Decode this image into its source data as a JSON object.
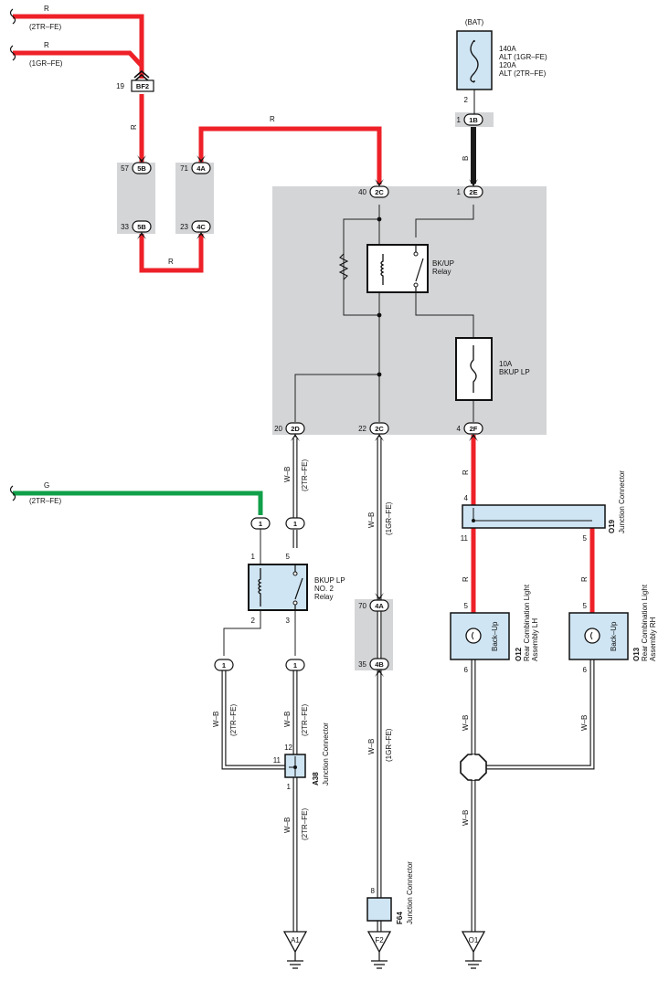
{
  "wires": {
    "r_2tr": {
      "color": "R",
      "note": "(2TR–FE)"
    },
    "r_1gr": {
      "color": "R",
      "note": "(1GR–FE)"
    },
    "r_bf2": "R",
    "r_top": "R",
    "r_bottom": "R",
    "bat_b": "B",
    "g_2tr": {
      "color": "G",
      "note": "(2TR–FE)"
    },
    "r_2f": "R",
    "r_o12": "R",
    "r_o13": "R",
    "wb_2d": {
      "color": "W–B",
      "note": "(2TR–FE)"
    },
    "wb_2c": {
      "color": "W–B",
      "note": "(1GR–FE)"
    },
    "wb_a38_left": {
      "color": "W–B",
      "note": "(2TR–FE)"
    },
    "wb_a38_right": {
      "color": "W–B",
      "note": "(2TR–FE)"
    },
    "wb_a38_down": {
      "color": "W–B",
      "note": "(2TR–FE)"
    },
    "wb_4b": {
      "color": "W–B",
      "note": "(1GR–FE)"
    },
    "wb_o12": "W–B",
    "wb_o13": "W–B",
    "wb_o1": "W–B"
  },
  "connectors": {
    "bf2": {
      "code": "BF2",
      "pin": "19"
    },
    "c5b_top": {
      "code": "5B",
      "pin": "57"
    },
    "c5b_bot": {
      "code": "5B",
      "pin": "33"
    },
    "c4a_top": {
      "code": "4A",
      "pin": "71"
    },
    "c4c": {
      "code": "4C",
      "pin": "23"
    },
    "c1b": {
      "code": "1B",
      "pin": "1"
    },
    "c2c_top": {
      "code": "2C",
      "pin": "40"
    },
    "c2e": {
      "code": "2E",
      "pin": "1"
    },
    "c2d": {
      "code": "2D",
      "pin": "20"
    },
    "c2c_bot": {
      "code": "2C",
      "pin": "22"
    },
    "c2f": {
      "code": "2F",
      "pin": "4"
    },
    "c4a_low": {
      "code": "4A",
      "pin": "70"
    },
    "c4b": {
      "code": "4B",
      "pin": "35"
    },
    "ic1_a": "1",
    "ic1_b": "1",
    "ic1_c": "1",
    "ic1_d": "1"
  },
  "fuses": {
    "alt": {
      "source": "(BAT)",
      "pin": "2",
      "lines": [
        "140A",
        "ALT (1GR–FE)",
        "120A",
        "ALT (2TR–FE)"
      ]
    },
    "bkup": {
      "lines": [
        "10A",
        "BKUP LP"
      ]
    }
  },
  "relays": {
    "bkup": {
      "lines": [
        "BK/UP",
        "Relay"
      ]
    },
    "no2": {
      "lines": [
        "BKUP LP",
        "NO. 2",
        "Relay"
      ],
      "pins": {
        "coil_in": "1",
        "sw_in": "5",
        "coil_out": "2",
        "sw_out": "3"
      }
    }
  },
  "junctions": {
    "o19": {
      "code": "O19",
      "name": "Junction Connector",
      "pins": {
        "in": "4",
        "left": "11",
        "right": "5"
      }
    },
    "a38": {
      "code": "A38",
      "name": "Junction Connector",
      "pins": {
        "top": "12",
        "left": "11",
        "bottom": "1"
      }
    },
    "f64": {
      "code": "F64",
      "name": "Junction Connector",
      "pin": "8"
    }
  },
  "lamps": {
    "o12": {
      "code": "O12",
      "name_lines": [
        "Rear Combination Light",
        "Assembly LH"
      ],
      "bulb": "Back–Up",
      "pin_in": "5",
      "pin_out": "6"
    },
    "o13": {
      "code": "O13",
      "name_lines": [
        "Rear Combination Light",
        "Assembly RH"
      ],
      "bulb": "Back–Up",
      "pin_in": "5",
      "pin_out": "6"
    }
  },
  "grounds": {
    "a1": "A1",
    "f2": "F2",
    "o1": "O1"
  },
  "colors": {
    "red_wire": "#ee2128",
    "green_wire": "#10a04a",
    "black_wire": "#1a1a1a",
    "junction_block": "#d4d5d7",
    "component_fill": "#cfe5f3"
  }
}
